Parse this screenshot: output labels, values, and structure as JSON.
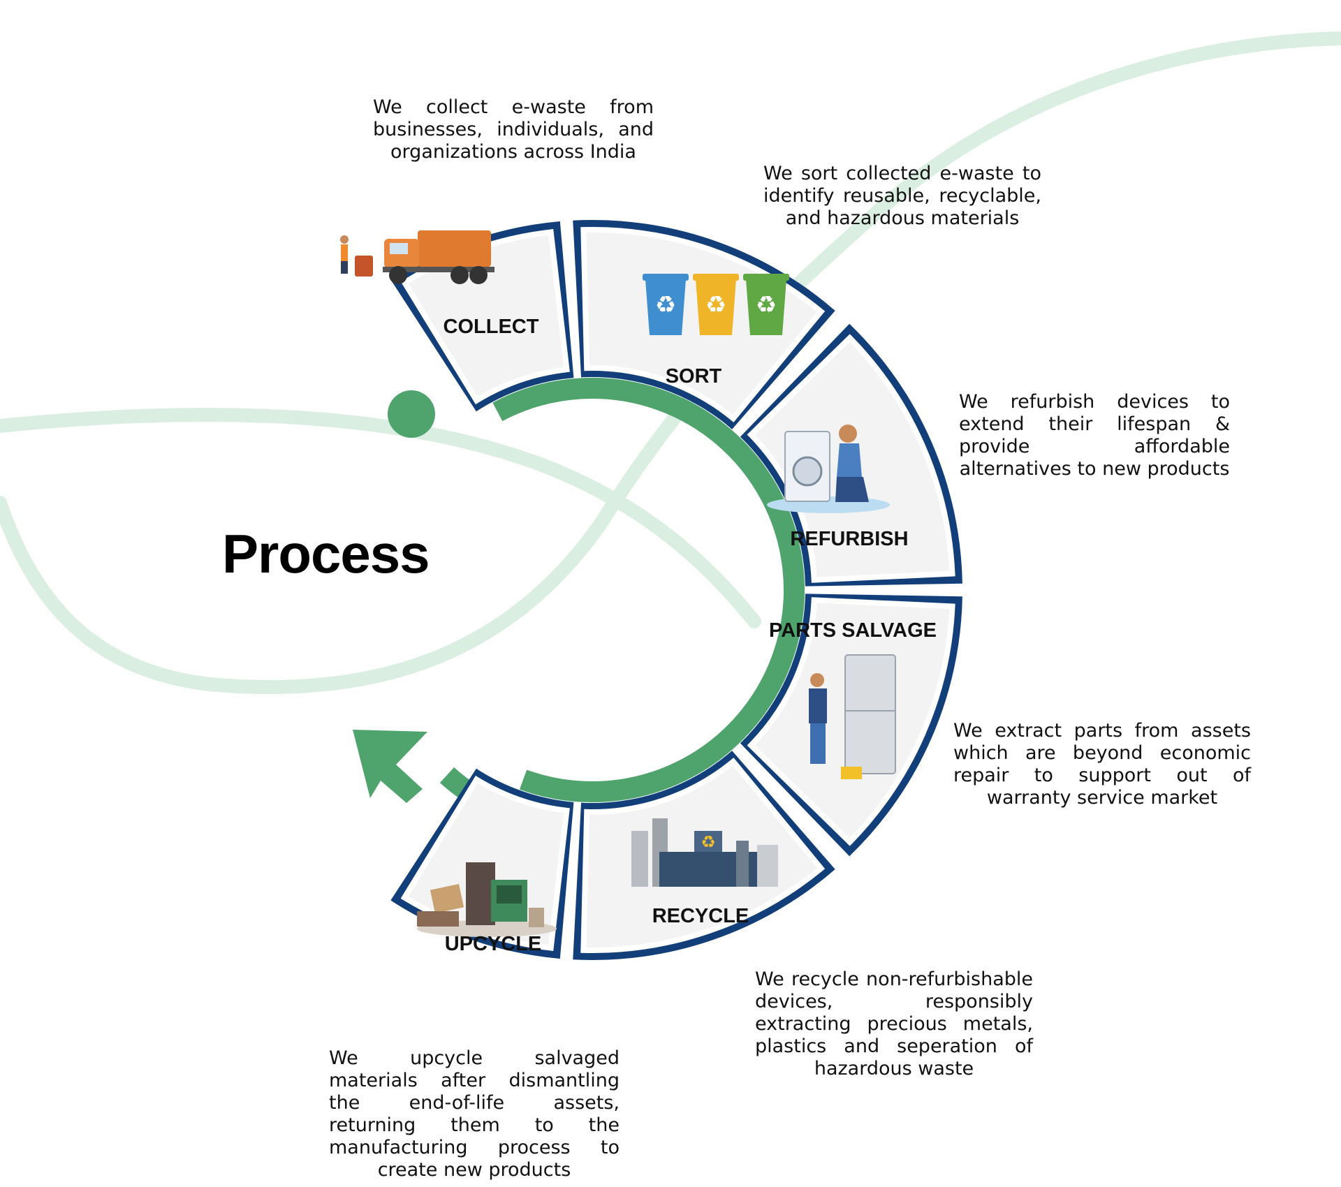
{
  "heading": "Process",
  "colors": {
    "navy": "#123f7a",
    "green": "#4fa46d",
    "light_green": "#dbeee2",
    "panel": "#f3f3f3"
  },
  "steps": [
    {
      "label": "COLLECT",
      "icon": "garbage-truck-icon",
      "description": "We collect e-waste from businesses, individuals, and organizations across India"
    },
    {
      "label": "SORT",
      "icon": "recycle-bins-icon",
      "description": "We sort collected e-waste to identify reusable, recyclable, and hazardous materials"
    },
    {
      "label": "REFURBISH",
      "icon": "technician-washing-machine-icon",
      "description": "We refurbish devices to extend their lifespan & provide affordable alternatives to new products"
    },
    {
      "label": "PARTS SALVAGE",
      "icon": "technician-refrigerator-icon",
      "description": "We extract parts from assets which are beyond economic repair to support out of warranty service market"
    },
    {
      "label": "RECYCLE",
      "icon": "recycling-factory-icon",
      "description": "We recycle non-refurbishable devices, responsibly extracting precious metals, plastics and seperation of hazardous waste"
    },
    {
      "label": "UPCYCLE",
      "icon": "scrap-pile-icon",
      "description": "We upcycle salvaged materials after dismantling the end-of-life assets, returning them to the manufacturing process to create new products"
    }
  ]
}
